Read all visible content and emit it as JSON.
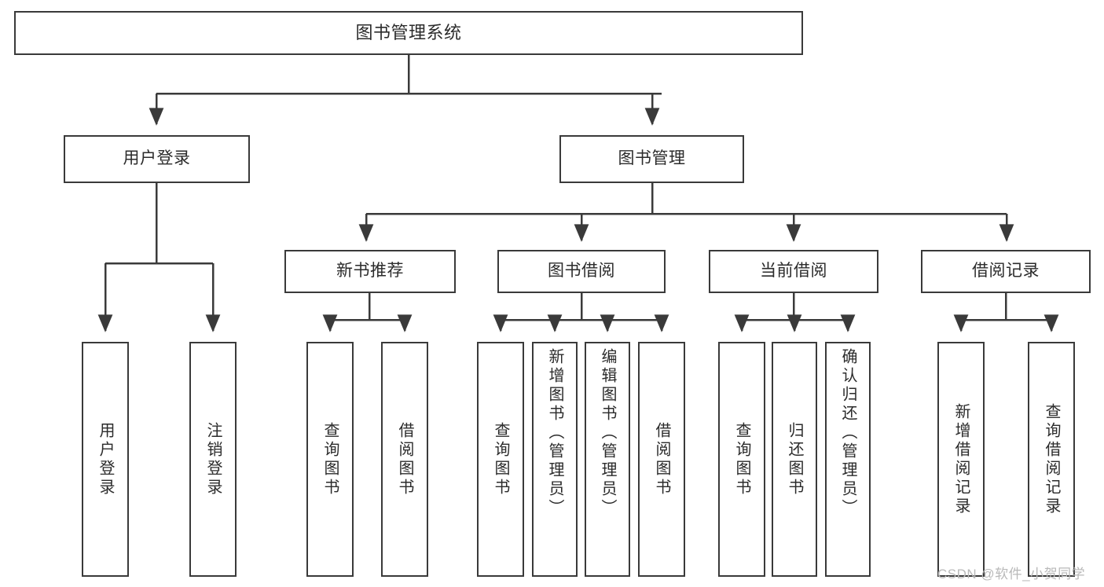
{
  "diagram": {
    "type": "tree-hierarchy",
    "title": "图书管理系统",
    "levels": [
      {
        "level": 1,
        "nodes": [
          {
            "id": "root",
            "label": "图书管理系统"
          }
        ]
      },
      {
        "level": 2,
        "nodes": [
          {
            "id": "user-login",
            "label": "用户登录"
          },
          {
            "id": "book-manage",
            "label": "图书管理"
          }
        ]
      },
      {
        "level": 3,
        "nodes": [
          {
            "id": "new-book-rec",
            "label": "新书推荐"
          },
          {
            "id": "book-borrow",
            "label": "图书借阅"
          },
          {
            "id": "current-borrow",
            "label": "当前借阅"
          },
          {
            "id": "borrow-record",
            "label": "借阅记录"
          }
        ]
      },
      {
        "level": 4,
        "nodes": [
          {
            "id": "leaf-user-login",
            "label": "用户登录",
            "parent": "user-login"
          },
          {
            "id": "leaf-logout",
            "label": "注销登录",
            "parent": "user-login"
          },
          {
            "id": "leaf-query-book-1",
            "label": "查询图书",
            "parent": "new-book-rec"
          },
          {
            "id": "leaf-borrow-book-1",
            "label": "借阅图书",
            "parent": "new-book-rec"
          },
          {
            "id": "leaf-query-book-2",
            "label": "查询图书",
            "parent": "book-borrow"
          },
          {
            "id": "leaf-add-book",
            "label": "新增图书（管理员）",
            "parent": "book-borrow"
          },
          {
            "id": "leaf-edit-book",
            "label": "编辑图书（管理员）",
            "parent": "book-borrow"
          },
          {
            "id": "leaf-borrow-book-2",
            "label": "借阅图书",
            "parent": "book-borrow"
          },
          {
            "id": "leaf-query-book-3",
            "label": "查询图书",
            "parent": "current-borrow"
          },
          {
            "id": "leaf-return-book",
            "label": "归还图书",
            "parent": "current-borrow"
          },
          {
            "id": "leaf-confirm-return",
            "label": "确认归还（管理员）",
            "parent": "current-borrow"
          },
          {
            "id": "leaf-add-record",
            "label": "新增借阅记录",
            "parent": "borrow-record"
          },
          {
            "id": "leaf-query-record",
            "label": "查询借阅记录",
            "parent": "borrow-record"
          }
        ]
      }
    ],
    "colors": {
      "stroke": "#3a3a3a",
      "fill": "#ffffff",
      "text": "#2b2b2b",
      "watermark": "#b9b9b9"
    }
  },
  "watermark": {
    "text": "CSDN @软件_小贺同学"
  }
}
